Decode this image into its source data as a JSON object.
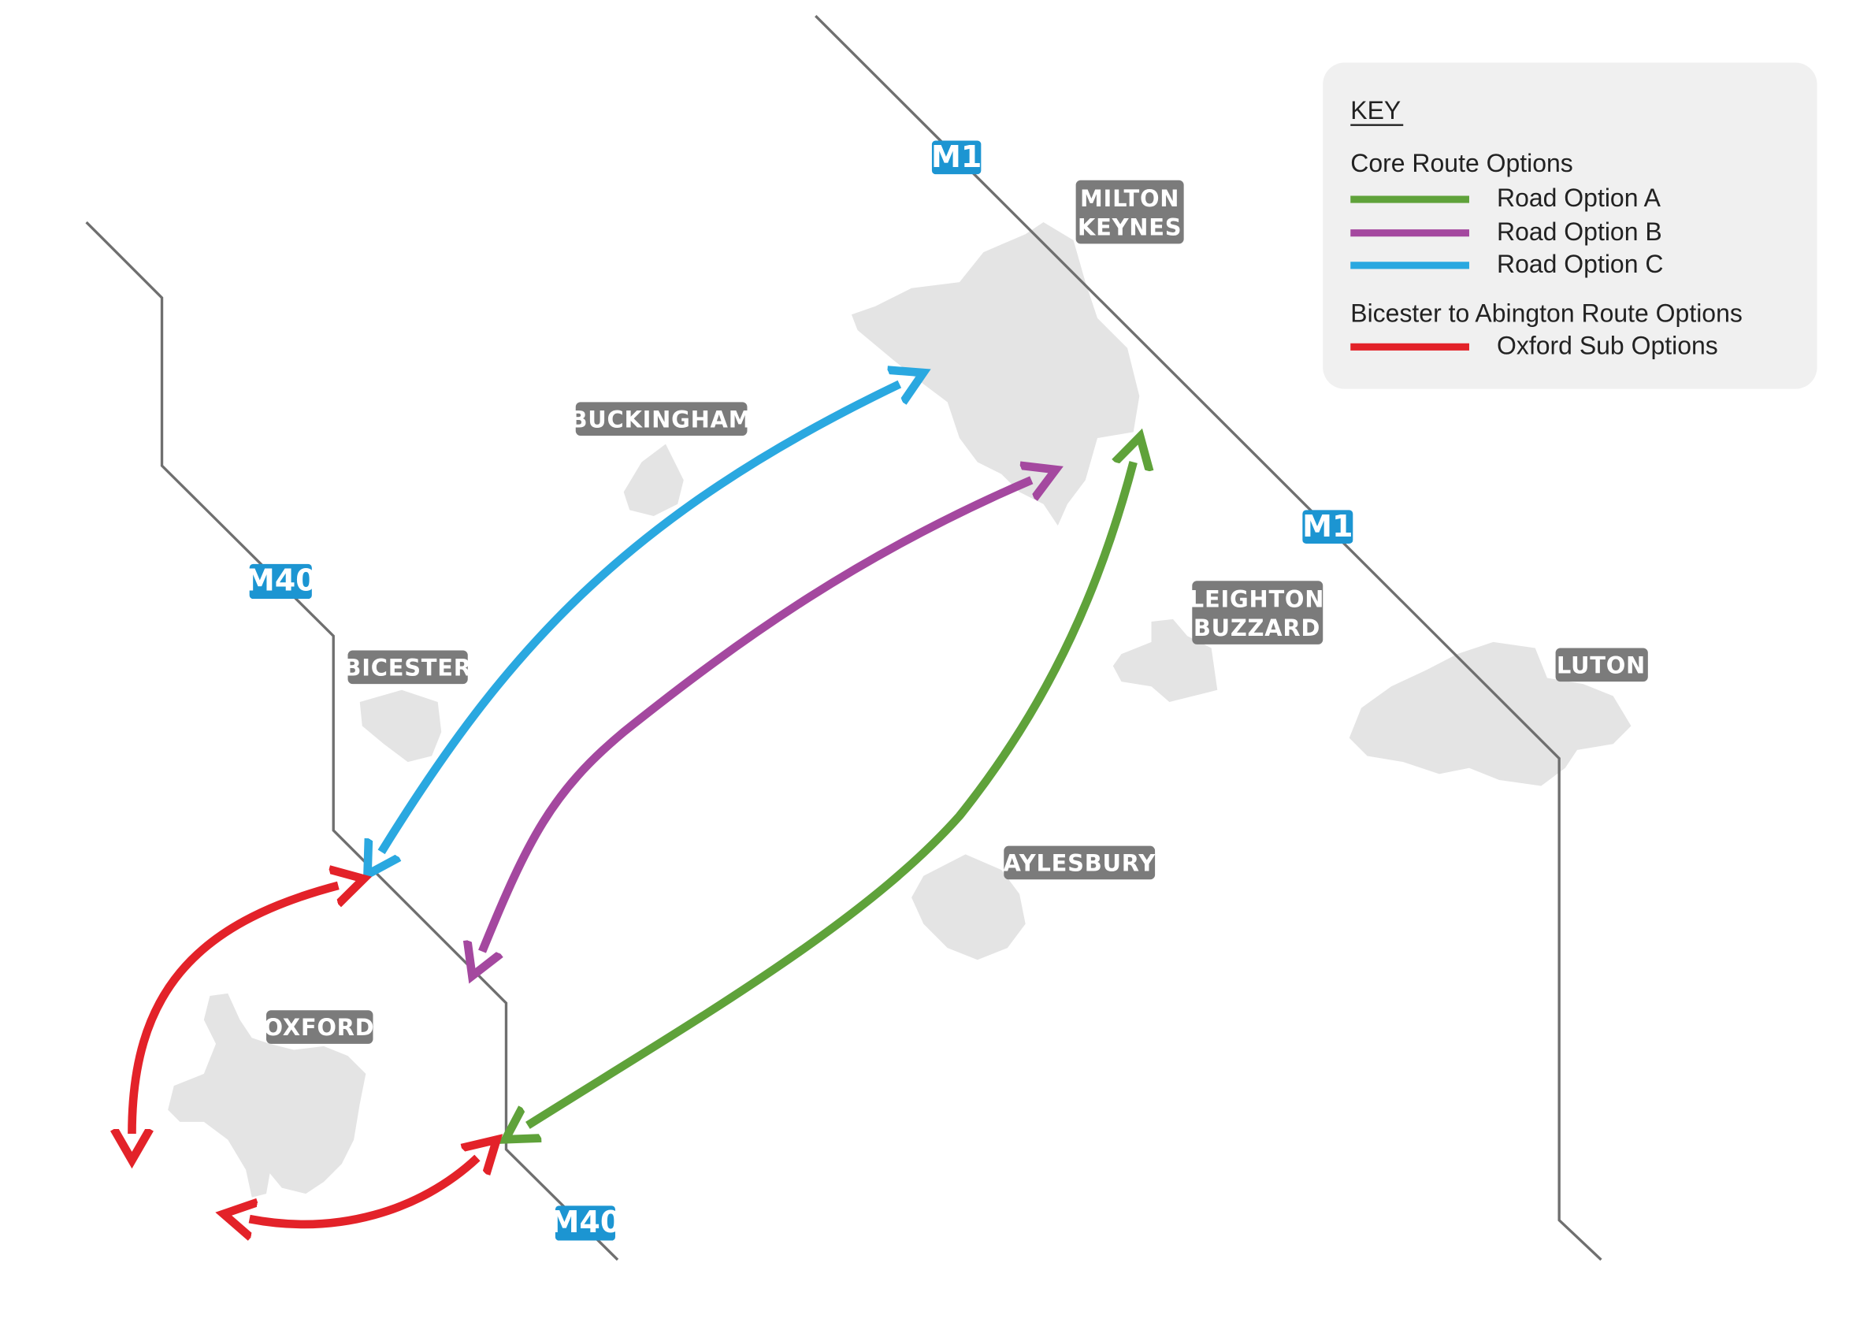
{
  "colors": {
    "background": "#ffffff",
    "motorway_line": "#6f6f6f",
    "town_area": "#e3e3e3",
    "town_label_bg": "#7b7b7b",
    "road_badge_bg": "#1c95d2",
    "key_bg": "#f0f0f0",
    "option_a": "#5fa23a",
    "option_b": "#a4489f",
    "option_c": "#2aa8e0",
    "oxford_sub": "#e32229"
  },
  "towns": {
    "milton_keynes_line1": "MILTON",
    "milton_keynes_line2": "KEYNES",
    "buckingham": "BUCKINGHAM",
    "bicester": "BICESTER",
    "leighton_buzzard_line1": "LEIGHTON",
    "leighton_buzzard_line2": "BUZZARD",
    "luton": "LUTON",
    "aylesbury": "AYLESBURY",
    "oxford": "OXFORD"
  },
  "roads": {
    "m1": "M1",
    "m40": "M40"
  },
  "key": {
    "title": "KEY",
    "core_heading": "Core Route Options",
    "option_a": "Road Option A",
    "option_b": "Road Option B",
    "option_c": "Road Option C",
    "bicester_heading": "Bicester to Abington Route Options",
    "oxford_sub": "Oxford Sub Options"
  }
}
